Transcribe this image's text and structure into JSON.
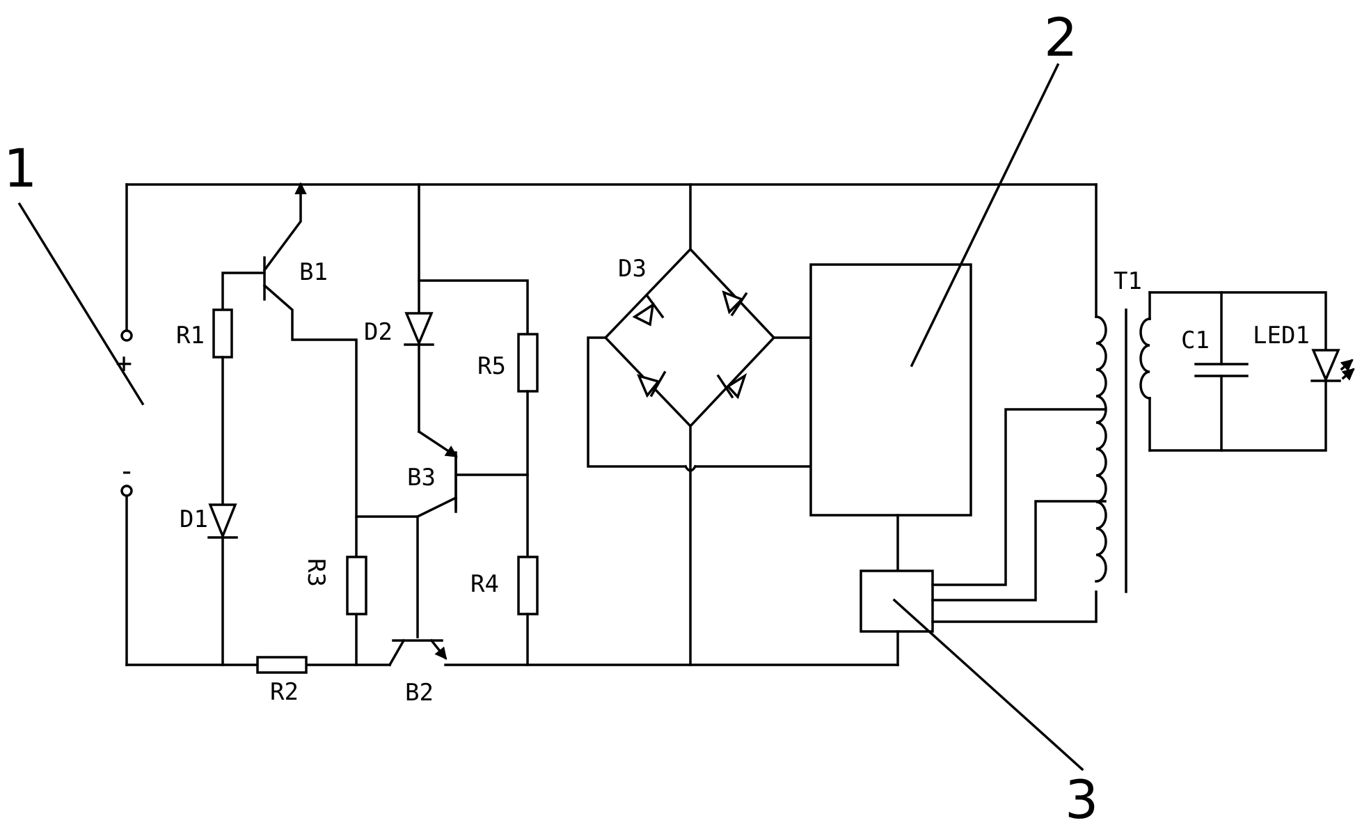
{
  "callouts": {
    "c1": "1",
    "c2": "2",
    "c3": "3"
  },
  "terminals": {
    "plus": "+",
    "minus": "-"
  },
  "components": {
    "b1": "B1",
    "b2": "B2",
    "b3": "B3",
    "r1": "R1",
    "r2": "R2",
    "r3": "R3",
    "r4": "R4",
    "r5": "R5",
    "d1": "D1",
    "d2": "D2",
    "d3": "D3",
    "t1": "T1",
    "c1": "C1",
    "led1": "LED1"
  }
}
